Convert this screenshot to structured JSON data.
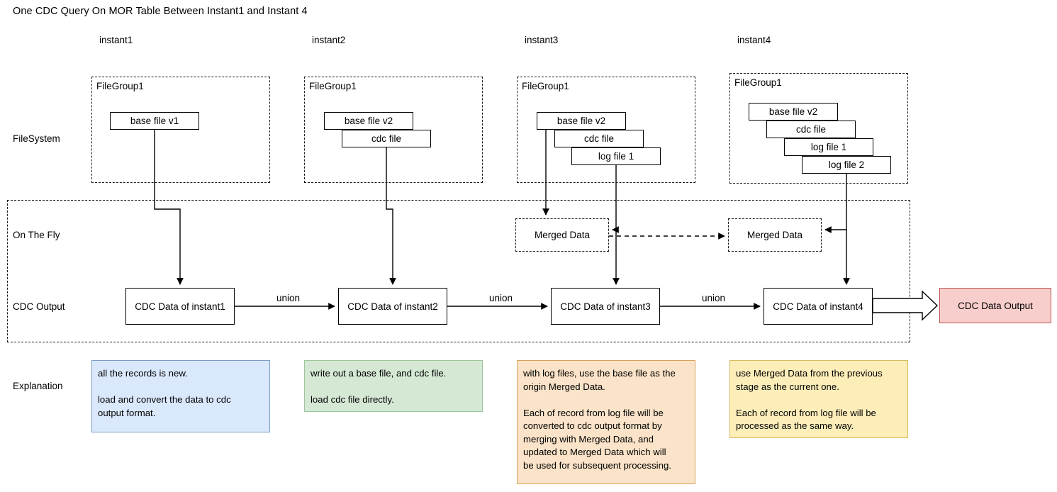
{
  "title": "One CDC Query On MOR Table Between Instant1 and Instant 4",
  "columns": [
    {
      "label": "instant1"
    },
    {
      "label": "instant2"
    },
    {
      "label": "instant3"
    },
    {
      "label": "instant4"
    }
  ],
  "row_labels": {
    "filesystem": "FileSystem",
    "on_the_fly": "On The Fly",
    "cdc_output": "CDC Output",
    "explanation": "Explanation"
  },
  "filesystem": {
    "group_label": "FileGroup1",
    "groups": [
      {
        "files": [
          "base file v1"
        ]
      },
      {
        "files": [
          "base file v2",
          "cdc file"
        ]
      },
      {
        "files": [
          "base file v2",
          "cdc file",
          "log file 1"
        ]
      },
      {
        "files": [
          "base file v2",
          "cdc file",
          "log file 1",
          "log file 2"
        ]
      }
    ]
  },
  "on_the_fly": {
    "merged_data_label": "Merged Data",
    "boxes": [
      "Merged Data",
      "Merged Data"
    ]
  },
  "cdc_output": {
    "boxes": [
      "CDC Data of instant1",
      "CDC Data of instant2",
      "CDC Data of instant3",
      "CDC Data of instant4"
    ],
    "edge_labels": [
      "union",
      "union",
      "union"
    ],
    "final_output": "CDC Data Output"
  },
  "explanations": [
    "all the records is new.\n\nload and convert the data to cdc\noutput format.",
    "write out a base file, and cdc file.\n\nload cdc file directly.",
    "with log files, use the base file as the\norigin Merged Data.\n\nEach of record from log file will be\nconverted to cdc output format by\nmerging with Merged Data, and\nupdated to Merged Data which will\nbe used for subsequent processing.",
    "use Merged Data from the previous\nstage as the current one.\n\nEach of record from log file will be\nprocessed as the same way."
  ],
  "colors": {
    "output_fill": "#f8cecc",
    "output_stroke": "#b85450",
    "expl_blue_fill": "#dae8fc",
    "expl_green_fill": "#d5e8d4",
    "expl_orange_fill": "#fae3c8",
    "expl_yellow_fill": "#fdeeb9",
    "line": "#000000"
  }
}
